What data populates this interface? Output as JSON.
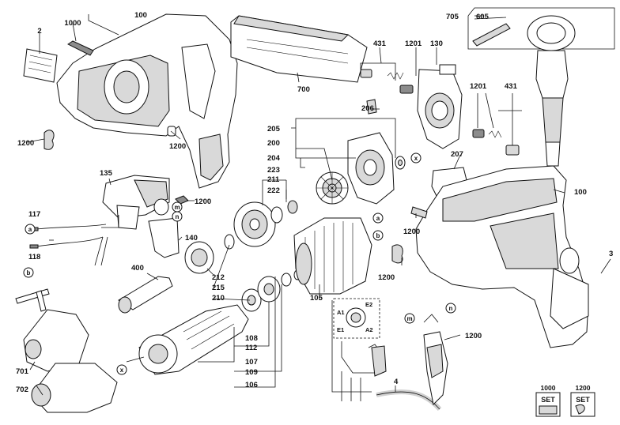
{
  "callouts": {
    "c100a": "100",
    "c1000a": "1000",
    "c2": "2",
    "c1200a": "1200",
    "c1200b": "1200",
    "c700": "700",
    "c705": "705",
    "c605": "605",
    "c431a": "431",
    "c1201a": "1201",
    "c130": "130",
    "c206": "206",
    "c205": "205",
    "c200": "200",
    "c204": "204",
    "c223": "223",
    "c211": "211",
    "c222": "222",
    "c1201b": "1201",
    "c431b": "431",
    "c207": "207",
    "c100b": "100",
    "c3": "3",
    "c135": "135",
    "c1200c": "1200",
    "c117": "117",
    "c118": "118",
    "c140": "140",
    "c400": "400",
    "c212": "212",
    "c215": "215",
    "c210": "210",
    "c105": "105",
    "c1200d": "1200",
    "c1200e": "1200",
    "c108": "108",
    "c112": "112",
    "c107": "107",
    "c109": "109",
    "c106": "106",
    "c701": "701",
    "c702": "702",
    "c4": "4",
    "c1200f": "1200"
  },
  "connectors": {
    "a1": "a",
    "b1": "b",
    "a2": "a",
    "b2": "b",
    "x1": "x",
    "x2": "x",
    "m1": "m",
    "n1": "n",
    "m2": "m",
    "n2": "n"
  },
  "wiring": {
    "A1": "A1",
    "A2": "A2",
    "E1": "E1",
    "E2": "E2"
  },
  "set_badges": {
    "badge1_number": "1000",
    "badge1_text": "SET",
    "badge2_number": "1200",
    "badge2_text": "SET"
  }
}
